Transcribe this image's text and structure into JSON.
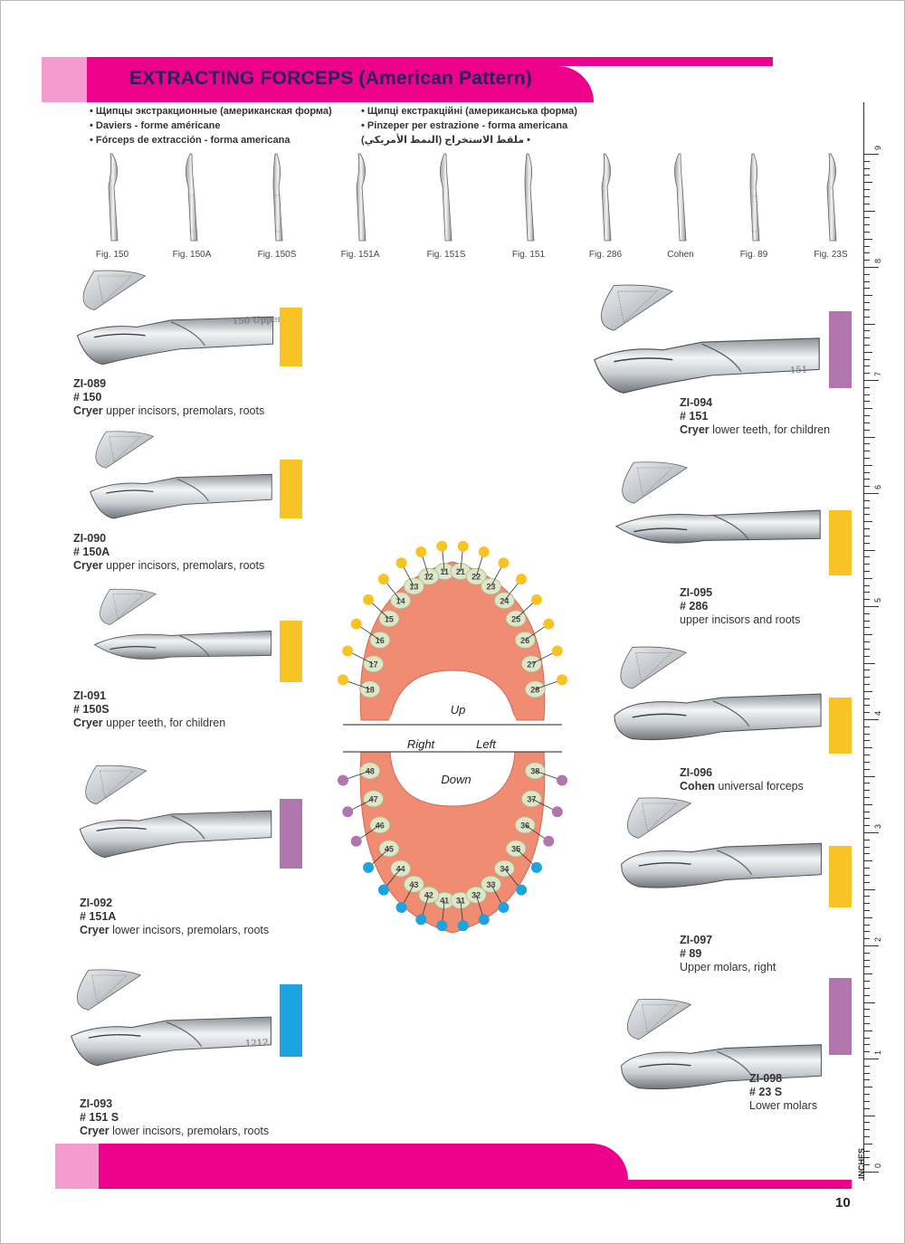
{
  "header": {
    "title": "EXTRACTING FORCEPS (American Pattern)",
    "languages_left": [
      "Щипцы экстракционные (американская форма)",
      "Daviers - forme américane",
      "Fórceps de extracción - forma americana"
    ],
    "languages_right": [
      "Щипці екстракційні (американська форма)",
      "Pinzeper per estrazione - forma americana",
      "ملقط الاستخراج (النمط الأمريكي)"
    ]
  },
  "thumbnails": [
    "Fig. 150",
    "Fig. 150A",
    "Fig. 150S",
    "Fig. 151A",
    "Fig. 151S",
    "Fig. 151",
    "Fig. 286",
    "Cohen",
    "Fig. 89",
    "Fig. 23S"
  ],
  "products_left": [
    {
      "code": "ZI-089",
      "num": "# 150",
      "brand": "Cryer",
      "desc": " upper incisors, premolars, roots",
      "tab_color": "#f7c325",
      "engraving": "150 Upper"
    },
    {
      "code": "ZI-090",
      "num": "# 150A",
      "brand": "Cryer",
      "desc": " upper incisors, premolars, roots",
      "tab_color": "#f7c325",
      "engraving": ""
    },
    {
      "code": "ZI-091",
      "num": "# 150S",
      "brand": "Cryer",
      "desc": " upper teeth, for children",
      "tab_color": "#f7c325",
      "engraving": ""
    },
    {
      "code": "ZI-092",
      "num": "# 151A",
      "brand": "Cryer",
      "desc": " lower incisors, premolars, roots",
      "tab_color": "#b076ad",
      "engraving": ""
    },
    {
      "code": "ZI-093",
      "num": "# 151 S",
      "brand": "Cryer",
      "desc": " lower incisors, premolars, roots",
      "tab_color": "#1da3e0",
      "engraving": "1212"
    }
  ],
  "products_right": [
    {
      "code": "ZI-094",
      "num": "# 151",
      "brand": "Cryer",
      "desc": " lower teeth, for children",
      "tab_color": "#b076ad",
      "engraving": "151"
    },
    {
      "code": "ZI-095",
      "num": "# 286",
      "brand": "",
      "desc": "upper incisors and roots",
      "tab_color": "#f7c325",
      "engraving": ""
    },
    {
      "code": "ZI-096",
      "num": "",
      "brand": "Cohen",
      "desc": " universal forceps",
      "tab_color": "#f7c325",
      "engraving": ""
    },
    {
      "code": "ZI-097",
      "num": "# 89",
      "brand": "",
      "desc": "Upper molars, right",
      "tab_color": "#f7c325",
      "engraving": ""
    },
    {
      "code": "ZI-098",
      "num": "# 23 S",
      "brand": "",
      "desc": "Lower molars",
      "tab_color": "#b076ad",
      "engraving": ""
    }
  ],
  "tooth_chart": {
    "label_up": "Up",
    "label_down": "Down",
    "label_right": "Right",
    "label_left": "Left",
    "upper_right": [
      "11",
      "12",
      "13",
      "14",
      "15",
      "16",
      "17",
      "18"
    ],
    "upper_left": [
      "21",
      "22",
      "23",
      "24",
      "25",
      "26",
      "27",
      "28"
    ],
    "lower_right": [
      "41",
      "42",
      "43",
      "44",
      "45",
      "46",
      "47",
      "48"
    ],
    "lower_left": [
      "31",
      "32",
      "33",
      "34",
      "35",
      "36",
      "37",
      "38"
    ],
    "colors": {
      "upper_dot": "#f7c325",
      "lower_purple_dot": "#b076ad",
      "lower_blue_dot": "#1da3e0",
      "gum": "#f08c72",
      "tooth": "#dde7c8"
    }
  },
  "ruler": {
    "unit_label": "INCHES",
    "numbers": [
      "0",
      "1",
      "2",
      "3",
      "4",
      "5",
      "6",
      "7",
      "8",
      "9"
    ]
  },
  "footer": {
    "page_number": "10"
  },
  "colors": {
    "brand_magenta": "#ec008c",
    "brand_pink": "#f49ccf",
    "title_navy": "#26215c"
  }
}
